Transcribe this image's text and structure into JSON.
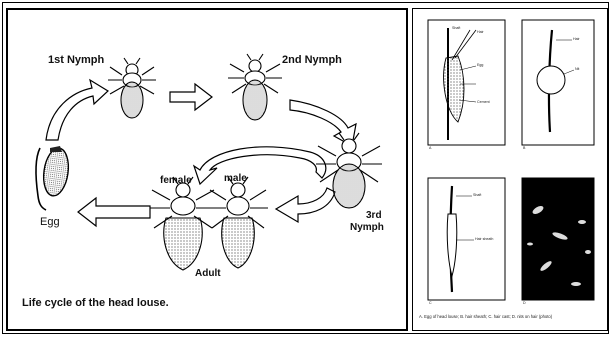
{
  "left": {
    "labels": {
      "nymph1": "1st Nymph",
      "nymph2": "2nd Nymph",
      "nymph3_a": "3rd",
      "nymph3_b": "Nymph",
      "egg": "Egg",
      "female": "female",
      "male": "male",
      "adult": "Adult"
    },
    "caption": "Life cycle of the head louse."
  },
  "right": {
    "a_labels": [
      "Shaft",
      "Hair",
      "Egg",
      "Cement"
    ],
    "b_labels": [
      "Hair",
      "Nit"
    ],
    "c_labels": [
      "Shaft",
      "Hair sheath"
    ],
    "letters": [
      "A",
      "B",
      "C",
      "D"
    ],
    "caption": "A. Egg of head louse; B. hair sheath; C. hair cast; D. nits on hair (photo)"
  }
}
